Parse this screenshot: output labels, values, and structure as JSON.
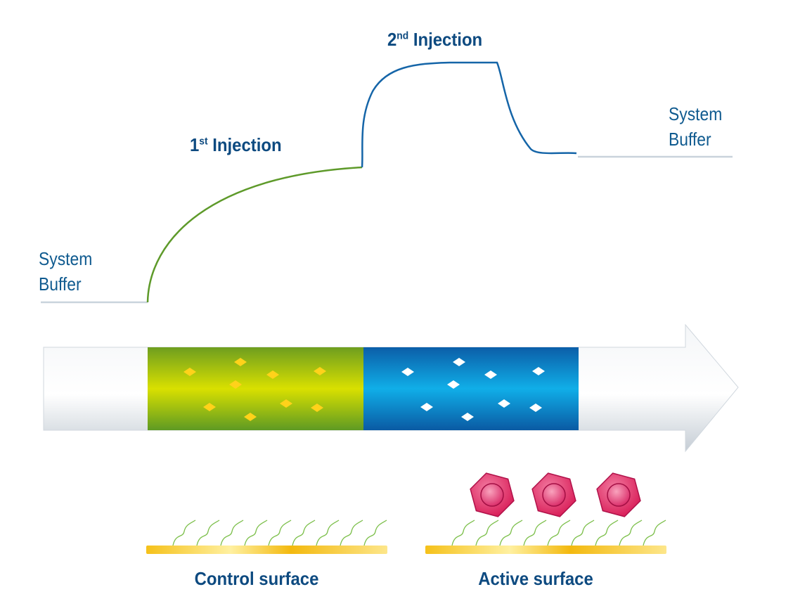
{
  "colors": {
    "text": "#0d4a80",
    "buffer_line": "#c9d3dc",
    "first_injection_curve": "#5e9a2a",
    "second_injection_curve": "#1565a8",
    "first_segment": "#8ab81f",
    "second_segment": "#0a74bf",
    "analyte": "#ffd21a",
    "ligand_hexagon": "#e0245e",
    "surface_gold": "#f7c21c",
    "ligand_strands": "#7cbf4a"
  },
  "labels": {
    "buffer_left": [
      "System",
      "Buffer"
    ],
    "buffer_right": [
      "System",
      "Buffer"
    ],
    "first_injection": {
      "number": "1",
      "suffix": "st",
      "text": " Injection"
    },
    "second_injection": {
      "number": "2",
      "suffix": "nd",
      "text": " Injection"
    },
    "control_surface": "Control surface",
    "active_surface": "Active surface"
  },
  "icons": [
    "diamond-particle-icon",
    "hexagon-ligand-icon",
    "flow-arrow-icon"
  ]
}
